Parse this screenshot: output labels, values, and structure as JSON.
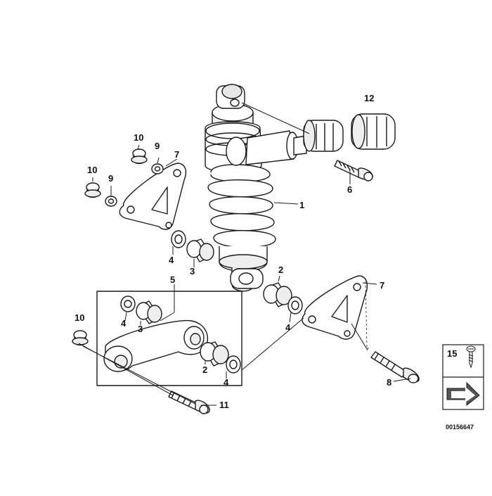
{
  "callouts": {
    "c1": "1",
    "c2a": "2",
    "c2b": "2",
    "c3a": "3",
    "c3b": "3",
    "c4a": "4",
    "c4b": "4",
    "c4c": "4",
    "c4d": "4",
    "c5": "5",
    "c6": "6",
    "c7a": "7",
    "c7b": "7",
    "c8": "8",
    "c9a": "9",
    "c9b": "9",
    "c10a": "10",
    "c10b": "10",
    "c10c": "10",
    "c11": "11",
    "c12": "12",
    "c15": "15"
  },
  "document_id": "00156647",
  "colors": {
    "line": "#1a1a1a",
    "fill": "#ffffff",
    "shade": "#e6e6e6"
  }
}
